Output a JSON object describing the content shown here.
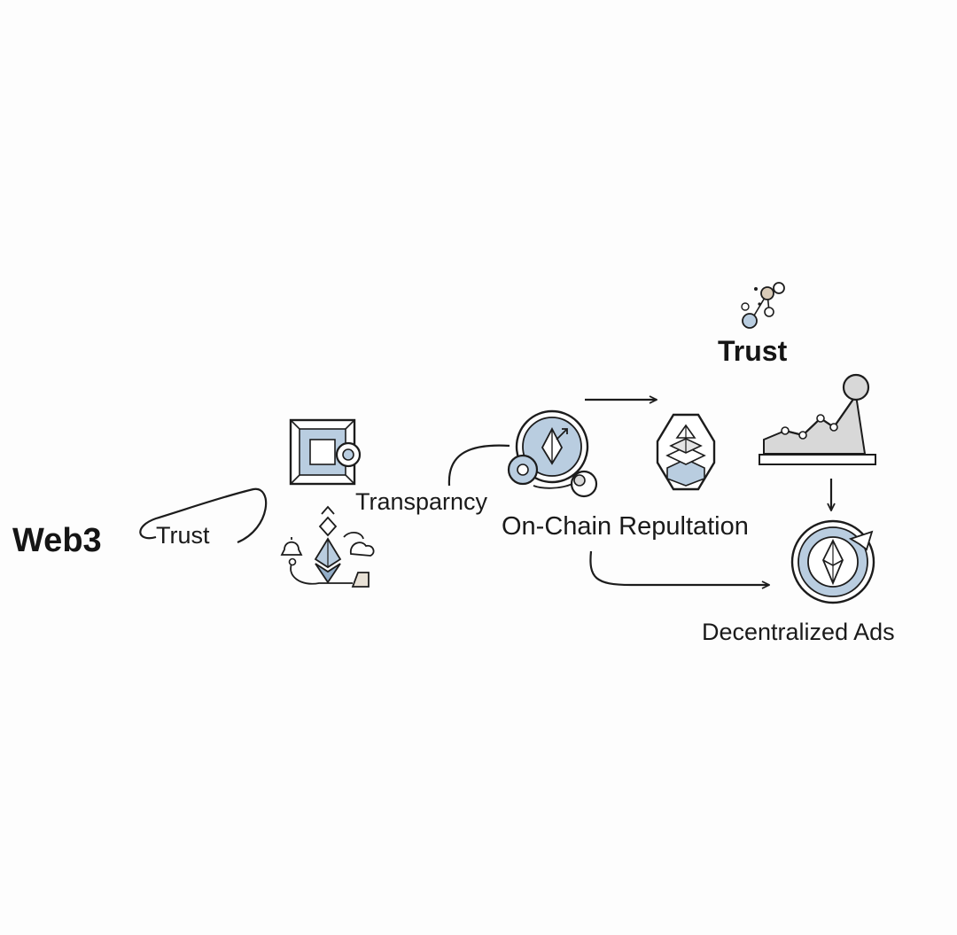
{
  "labels": {
    "web3": "Web3",
    "trust_small": "Trust",
    "transparency": "Transparncy",
    "on_chain_reputation": "On-Chain Repultation",
    "trust_top": "Trust",
    "decentralized_ads": "Decentralized Ads"
  },
  "icons": {
    "framed_gear": "framed-gear-icon",
    "ethereum_cluster": "ethereum-cluster-icon",
    "ethereum_coin": "ethereum-coin-icon",
    "layers_hexagon": "layers-hexagon-icon",
    "growth_chart": "growth-chart-icon",
    "molecule": "molecule-icon",
    "refresh_ethereum": "refresh-ethereum-icon"
  },
  "colors": {
    "accent_blue": "#b9cde0",
    "accent_blue_dark": "#93adc7",
    "line": "#1c1c1c",
    "fill_gray": "#d8d8d8",
    "dot_beige": "#d9cbb8"
  }
}
